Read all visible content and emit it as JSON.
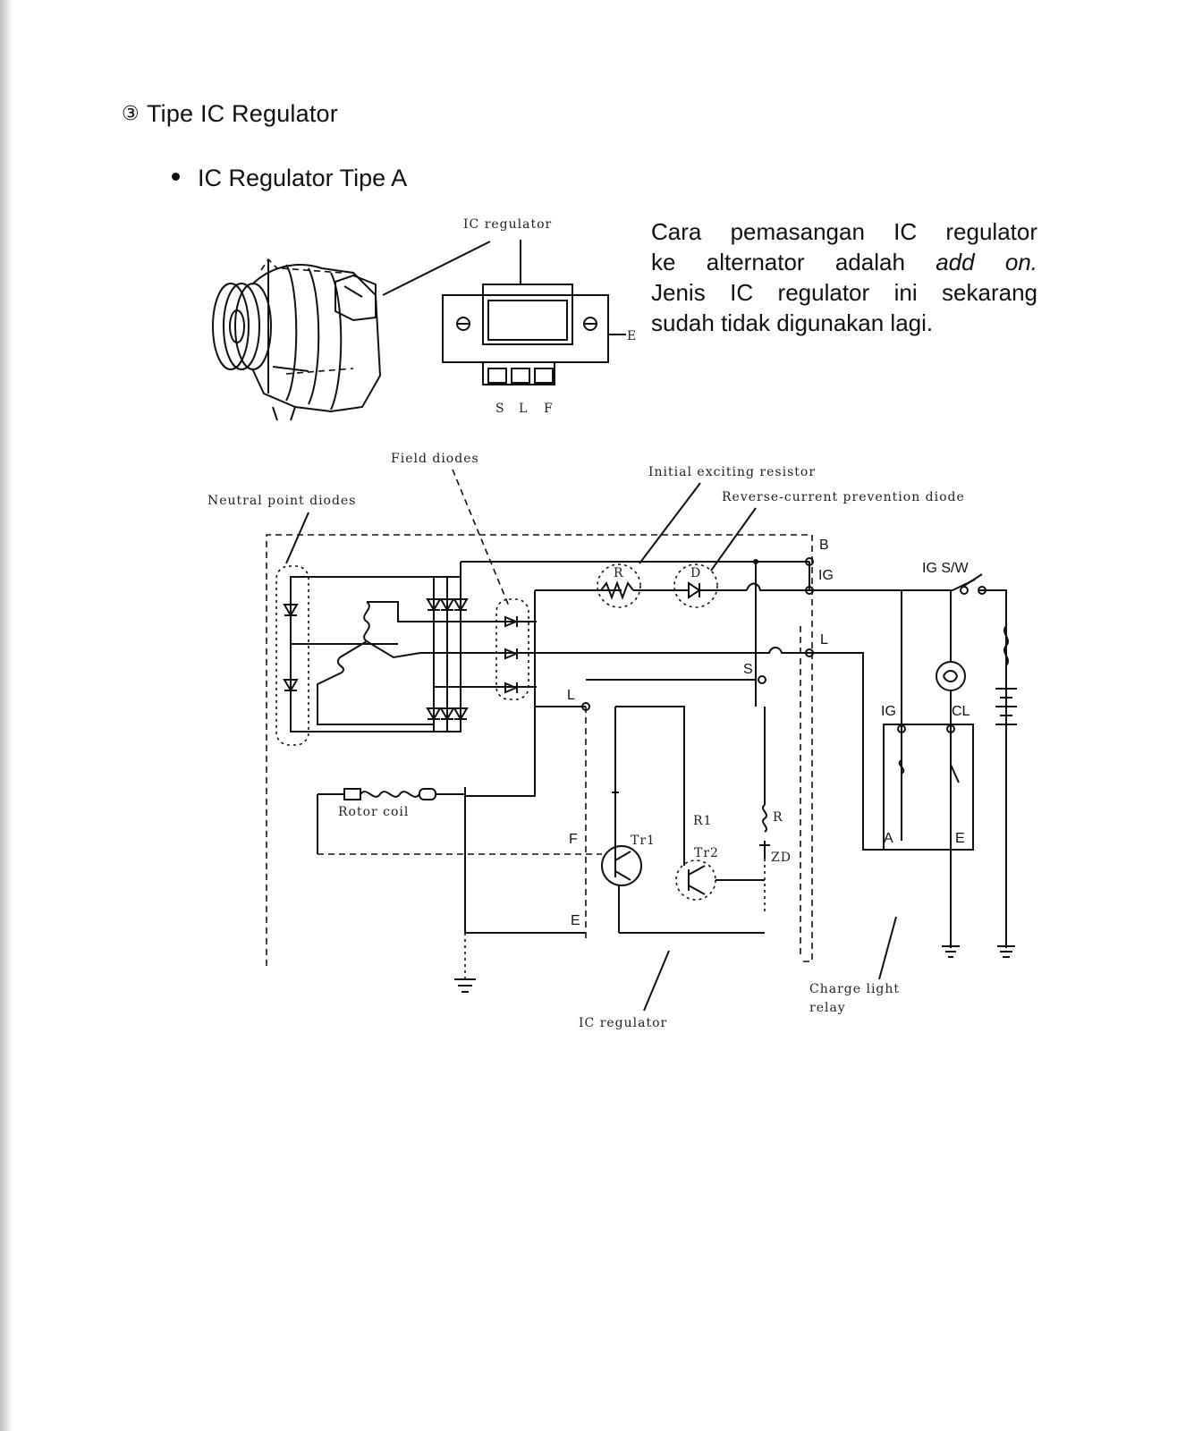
{
  "section": {
    "marker": "③",
    "title": "Tipe IC Regulator"
  },
  "subsection": {
    "title": "IC Regulator Tipe A"
  },
  "description": {
    "line1": "Cara pemasangan IC regulator",
    "line2_prefix": "ke alternator adalah ",
    "line2_italic": "add on.",
    "line3": "Jenis IC regulator ini sekarang",
    "line4": "sudah tidak digunakan lagi."
  },
  "figure_top": {
    "label_ic_regulator": "IC regulator",
    "terminal_e": "E",
    "terminals": [
      "S",
      "L",
      "F"
    ]
  },
  "circuit": {
    "labels": {
      "field_diodes": "Field diodes",
      "initial_exciting_resistor": "Initial exciting resistor",
      "reverse_current_diode": "Reverse-current prevention diode",
      "neutral_point_diodes": "Neutral point diodes",
      "rotor_coil": "Rotor coil",
      "ic_regulator": "IC regulator",
      "charge_light_relay_1": "Charge light",
      "charge_light_relay_2": "relay"
    },
    "terminals": {
      "b": "B",
      "ig": "IG",
      "l_right": "L",
      "s": "S",
      "l_inner": "L",
      "f": "F",
      "e_lower": "E",
      "ig_sw": "IG S/W",
      "relay_ig": "IG",
      "relay_cl": "CL",
      "relay_a": "A",
      "relay_e": "E"
    },
    "components": {
      "r": "R",
      "d": "D",
      "tr1": "Tr1",
      "tr2": "Tr2",
      "r1": "R1",
      "r_right": "R",
      "zd": "ZD"
    }
  }
}
